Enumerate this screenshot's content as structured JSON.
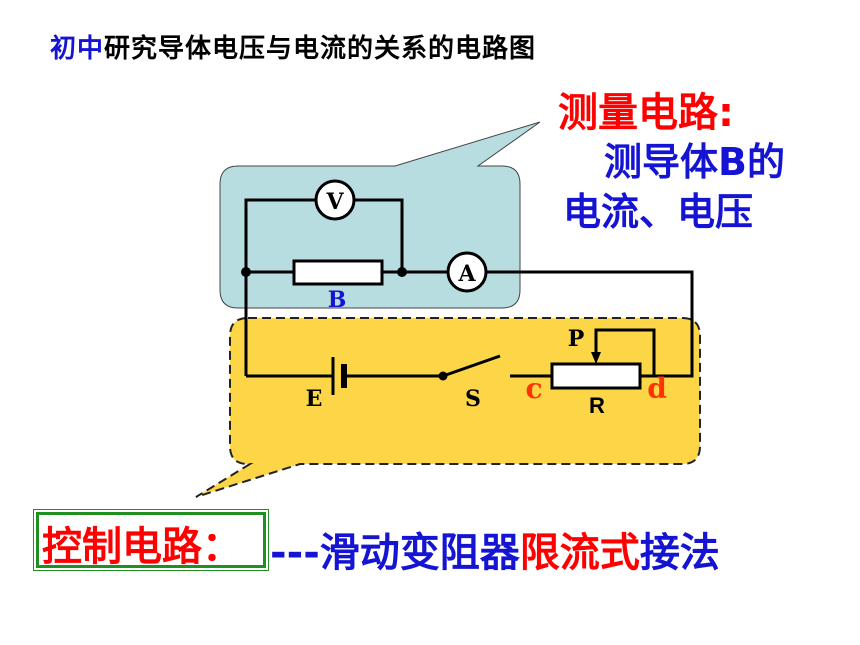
{
  "title": {
    "prefix": "初中",
    "rest": "研究导体电压与电流的关系的电路图"
  },
  "measurement_callout": {
    "heading": "测量电路:",
    "line1": "测导体B的",
    "line2": "电流、电压"
  },
  "circuit": {
    "voltmeter_symbol": "V",
    "ammeter_symbol": "A",
    "resistor_label": "B",
    "battery_label": "E",
    "switch_label": "S",
    "rheostat_label": "R",
    "slider_label": "P",
    "terminal_c": "c",
    "terminal_d": "d"
  },
  "control_section": {
    "label": "控制电路：",
    "method_prefix": "---滑动变阻器",
    "method_highlight": "限流式",
    "method_suffix": "接法"
  },
  "colors": {
    "title_accent": "#1414d2",
    "measure_region": "#b7dde0",
    "control_region": "#fdd648",
    "red_text": "#ff0000",
    "blue_text": "#1414d2",
    "box_border": "#1f8f1f"
  }
}
